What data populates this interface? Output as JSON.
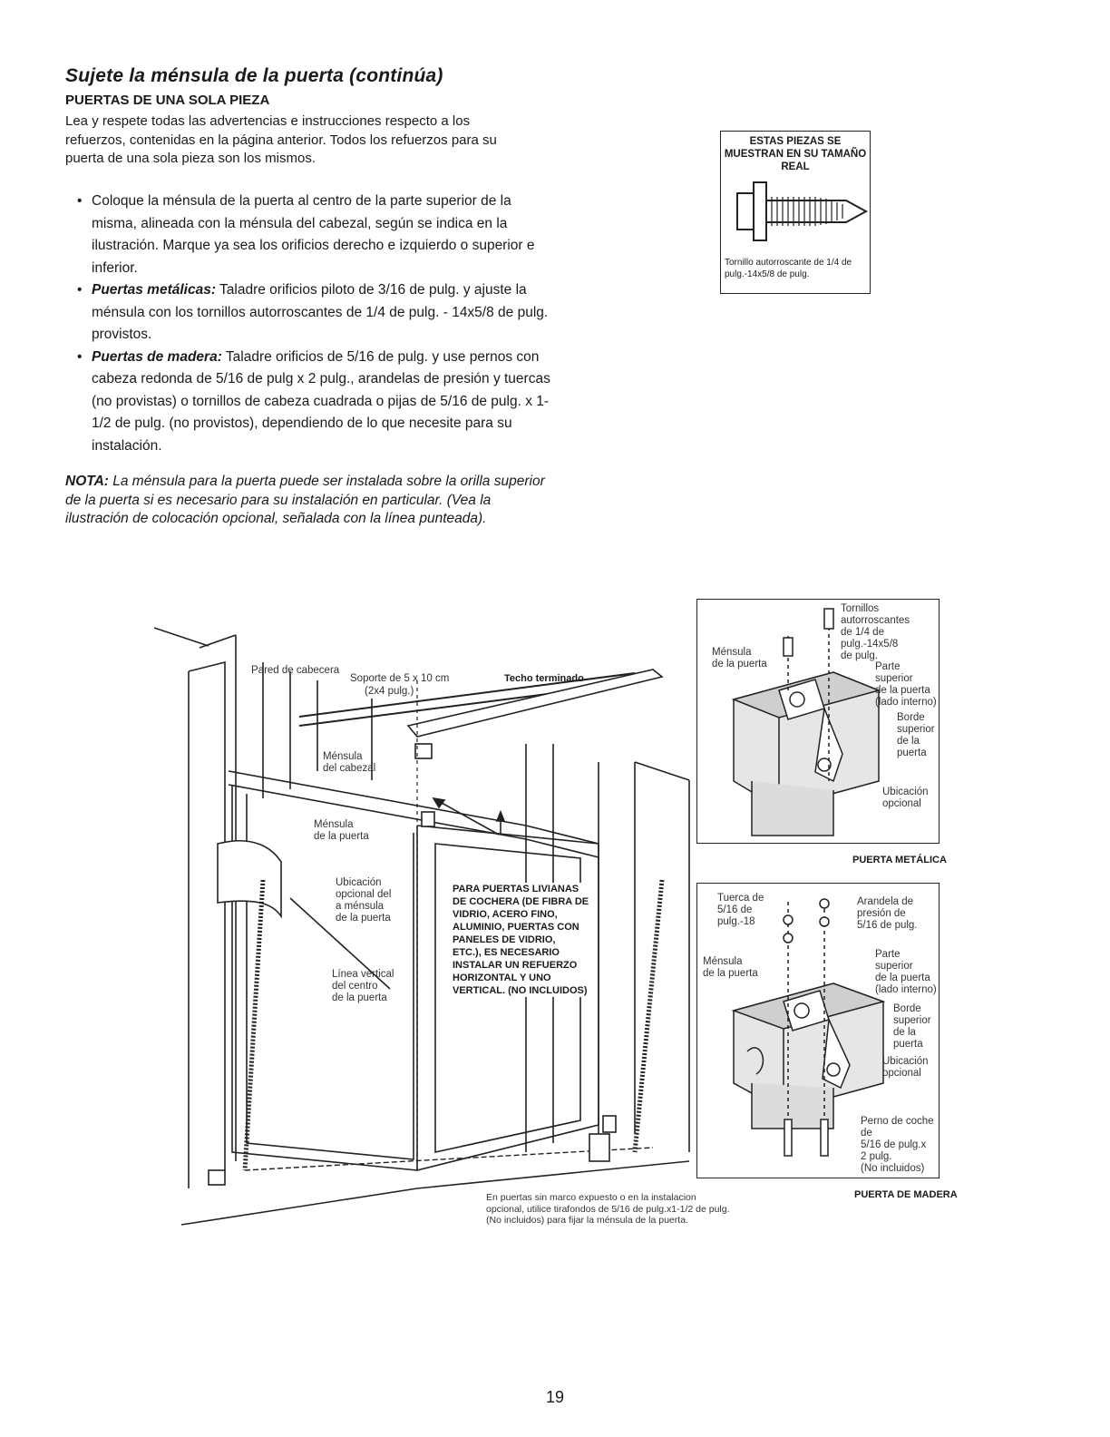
{
  "title": "Sujete la ménsula de la puerta (continúa)",
  "subtitle": "PUERTAS DE UNA SOLA PIEZA",
  "intro": "Lea y respete todas las advertencias e instrucciones respecto a los refuerzos, contenidas en la página anterior. Todos los refuerzos para su puerta de una sola pieza son los mismos.",
  "bullets": [
    {
      "lead": "",
      "text": "Coloque la ménsula de la puerta al centro de la parte superior de la misma, alineada con la ménsula del cabezal, según se indica en la ilustración. Marque ya sea los orificios derecho e izquierdo o superior e inferior."
    },
    {
      "lead": "Puertas metálicas:",
      "text": " Taladre orificios piloto de 3/16 de pulg. y ajuste la ménsula con los tornillos autorroscantes de 1/4 de pulg. - 14x5/8 de pulg. provistos."
    },
    {
      "lead": "Puertas de madera:",
      "text": " Taladre orificios de 5/16 de pulg. y use pernos con cabeza redonda de 5/16 de pulg x 2 pulg., arandelas de presión y tuercas (no provistas) o tornillos de cabeza cuadrada o pijas de 5/16 de pulg. x 1-1/2 de pulg. (no provistos), dependiendo de lo que necesite para su instalación."
    }
  ],
  "nota_lead": "NOTA:",
  "nota_text": " La ménsula para la puerta puede ser instalada sobre la orilla superior de la puerta si es necesario para su instalación en particular. (Vea la ilustración de colocación opcional, señalada con la línea punteada).",
  "size_box": {
    "header": "ESTAS PIEZAS SE MUESTRAN EN SU TAMAÑO REAL",
    "caption": "Tornillo autorroscante de 1/4 de pulg.-14x5/8 de pulg."
  },
  "main_diagram": {
    "pared": "Pared de cabecera",
    "soporte_1": "Soporte de 5 x 10 cm",
    "soporte_2": "(2x4 pulg.)",
    "techo": "Techo terminado",
    "mensula_cabezal_1": "Ménsula",
    "mensula_cabezal_2": "del cabezal",
    "mensula_puerta_1": "Ménsula",
    "mensula_puerta_2": "de la puerta",
    "ubicacion": [
      "Ubicación",
      "opcional del",
      "a ménsula",
      "de la puerta"
    ],
    "linea": [
      "Línea vertical",
      "del centro",
      "de la puerta"
    ],
    "refuerzo": [
      "PARA PUERTAS LIVIANAS",
      "DE COCHERA (DE FIBRA DE",
      "VIDRIO, ACERO FINO,",
      "ALUMINIO, PUERTAS CON",
      "PANELES DE VIDRIO,",
      "ETC.), ES NECESARIO",
      "INSTALAR UN REFUERZO",
      "HORIZONTAL Y UNO",
      "VERTICAL. (NO INCLUIDOS)"
    ],
    "footnote": [
      "En puertas sin marco expuesto o en la instalacion",
      "opcional, utilice tirafondos de 5/16 de pulg.x1-1/2 de pulg.",
      "(No incluidos) para fijar la ménsula de la puerta."
    ]
  },
  "metal_box": {
    "tornillos": [
      "Tornillos autorroscantes",
      "de 1/4 de pulg.-14x5/8",
      "de pulg."
    ],
    "mensula": [
      "Ménsula",
      "de la puerta"
    ],
    "parte_superior": [
      "Parte superior",
      "de la puerta",
      "(lado interno)"
    ],
    "borde": [
      "Borde",
      "superior",
      "de la puerta"
    ],
    "ubicacion": [
      "Ubicación",
      "opcional"
    ],
    "label": "PUERTA METÁLICA"
  },
  "wood_box": {
    "tuerca": [
      "Tuerca de",
      "5/16 de",
      "pulg.-18"
    ],
    "arandela": [
      "Arandela de",
      "presión de",
      "5/16 de pulg."
    ],
    "mensula": [
      "Ménsula",
      "de la puerta"
    ],
    "parte_superior": [
      "Parte superior",
      "de la puerta",
      "(lado interno)"
    ],
    "borde": [
      "Borde",
      "superior",
      "de la puerta"
    ],
    "ubicacion": [
      "Ubicación",
      "opcional"
    ],
    "perno": [
      "Perno de coche de",
      "5/16 de pulg.x",
      "2 pulg.",
      "(No incluidos)"
    ],
    "label": "PUERTA DE MADERA"
  },
  "page_number": "19"
}
